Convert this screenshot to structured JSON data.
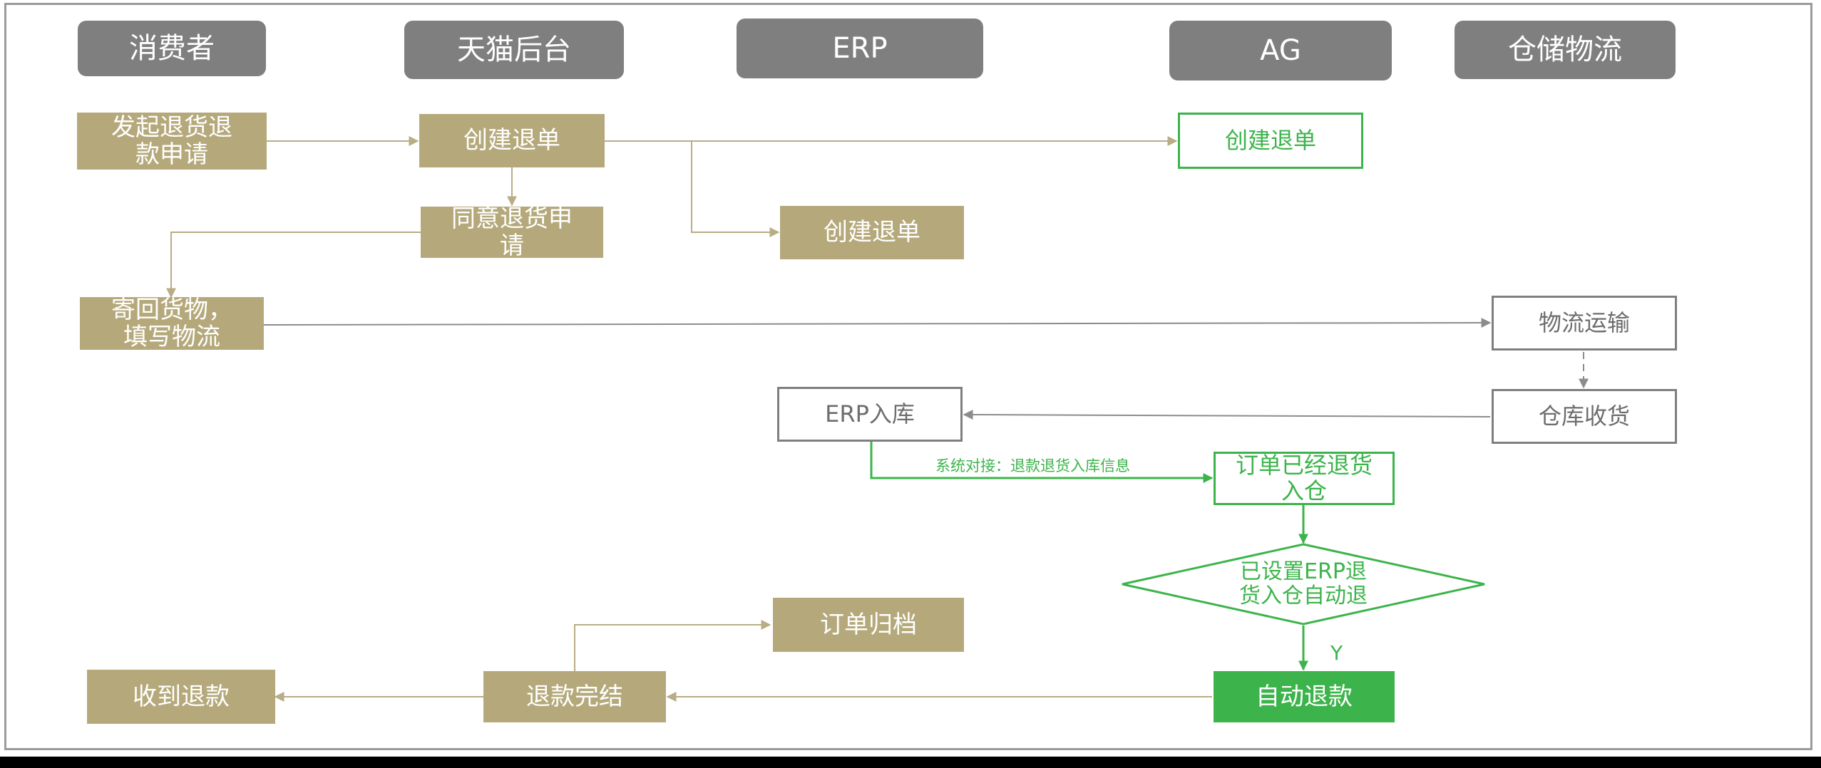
{
  "colors": {
    "lane_header": "#7f7f7f",
    "tan": "#b5a97b",
    "tan_line": "#b8ad85",
    "green": "#3cb44b",
    "gray_line": "#8c8c8c"
  },
  "lanes": {
    "consumer": "消费者",
    "tmall": "天猫后台",
    "erp": "ERP",
    "ag": "AG",
    "warehouse": "仓储物流"
  },
  "nodes": {
    "initiate_return": "发起退货退\n款申请",
    "tmall_create_return": "创建退单",
    "agree_return": "同意退货申\n请",
    "erp_create_return": "创建退单",
    "ag_create_return": "创建退单",
    "ship_goods": "寄回货物，\n填写物流",
    "logistics": "物流运输",
    "warehouse_receive": "仓库收货",
    "erp_inbound": "ERP入库",
    "order_returned": "订单已经退货\n入仓",
    "decision_auto_refund": "已设置ERP退\n货入仓自动退",
    "auto_refund": "自动退款",
    "order_archive": "订单归档",
    "refund_complete": "退款完结",
    "receive_refund": "收到退款"
  },
  "edge_labels": {
    "system_link": "系统对接：退款退货入库信息",
    "yes": "Y"
  }
}
